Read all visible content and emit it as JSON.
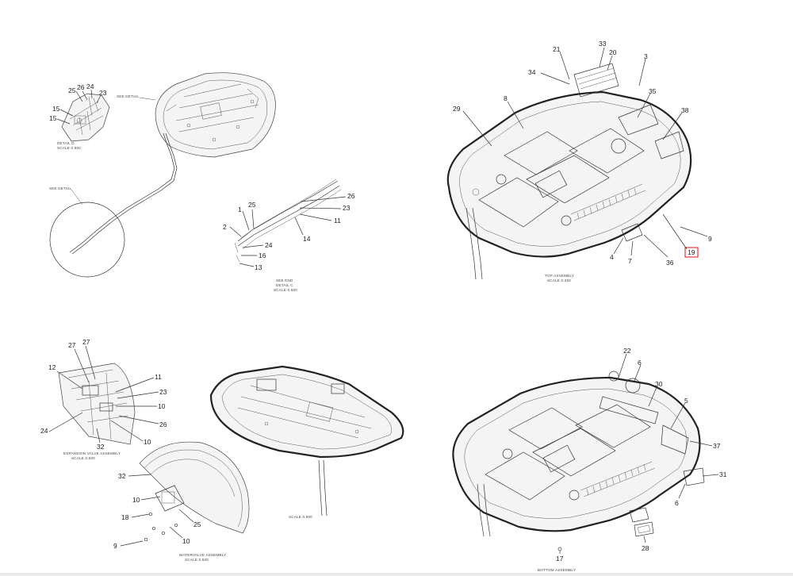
{
  "callouts": {
    "c1": "25",
    "c2": "26",
    "c3": "24",
    "c4": "23",
    "c5": "15",
    "c6": "15",
    "c7": "26",
    "c8": "1",
    "c9": "25",
    "c10": "23",
    "c11": "11",
    "c12": "2",
    "c13": "24",
    "c14": "14",
    "c15": "16",
    "c16": "13",
    "c17": "21",
    "c18": "33",
    "c19": "20",
    "c20": "3",
    "c21": "34",
    "c22": "35",
    "c23": "8",
    "c24": "29",
    "c25": "38",
    "c26": "9",
    "c27": "19",
    "c28": "4",
    "c29": "7",
    "c30": "36",
    "c31": "27",
    "c32": "27",
    "c33": "12",
    "c34": "11",
    "c35": "23",
    "c36": "10",
    "c37": "24",
    "c38": "10",
    "c39": "26",
    "c40": "32",
    "c41": "32",
    "c42": "10",
    "c43": "18",
    "c44": "25",
    "c45": "9",
    "c46": "10",
    "c47": "22",
    "c48": "6",
    "c49": "30",
    "c50": "5",
    "c51": "37",
    "c52": "31",
    "c53": "6",
    "c54": "28",
    "c55": "17"
  },
  "highlighted_callout": "c27",
  "colors": {
    "highlight": "#e0262a",
    "line": "#333333",
    "background": "#ffffff"
  }
}
